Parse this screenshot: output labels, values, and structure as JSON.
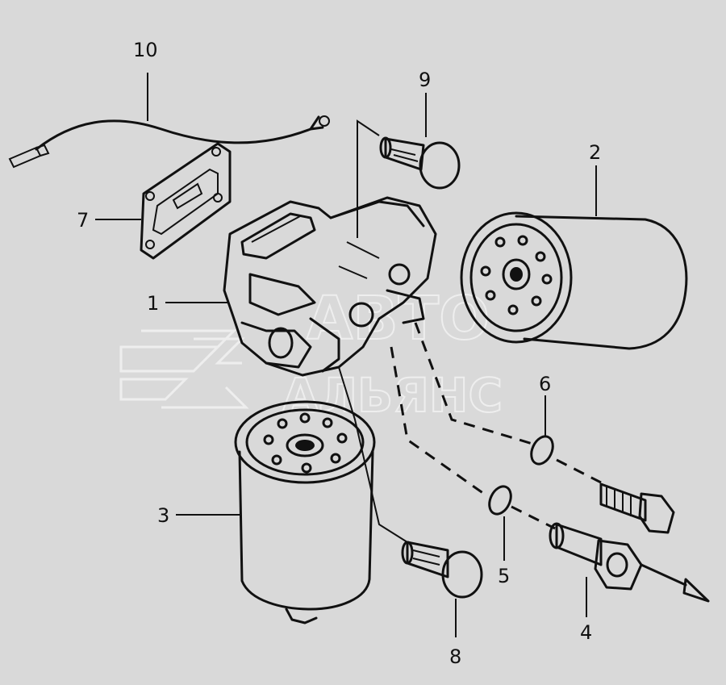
{
  "diagram": {
    "callouts": [
      {
        "id": "1",
        "text": "1"
      },
      {
        "id": "2",
        "text": "2"
      },
      {
        "id": "3",
        "text": "3"
      },
      {
        "id": "4",
        "text": "4"
      },
      {
        "id": "5",
        "text": "5"
      },
      {
        "id": "6",
        "text": "6"
      },
      {
        "id": "7",
        "text": "7"
      },
      {
        "id": "8",
        "text": "8"
      },
      {
        "id": "9",
        "text": "9"
      },
      {
        "id": "10",
        "text": "10"
      }
    ],
    "watermark": {
      "line1": "АВТО",
      "line2": "АЛЬЯНС"
    }
  }
}
